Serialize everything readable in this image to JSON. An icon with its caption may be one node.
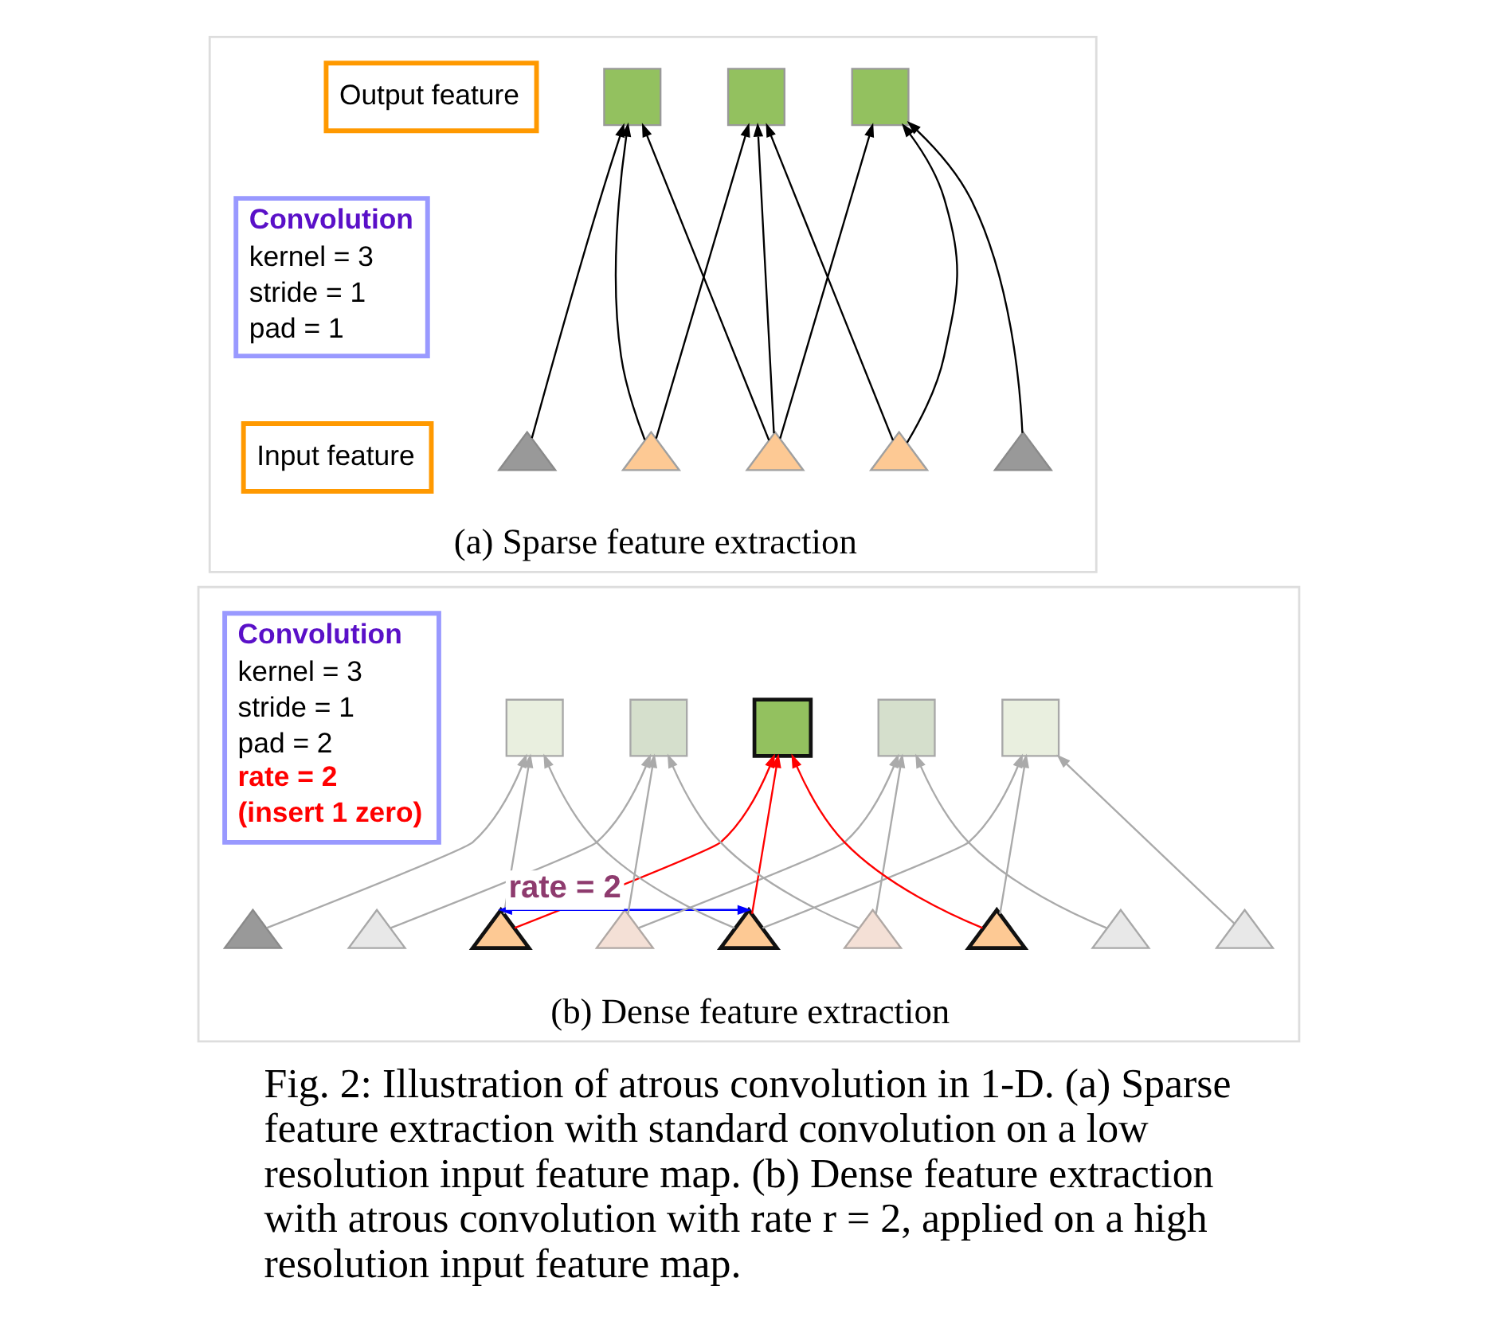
{
  "diagram": {
    "caption": "Fig. 2: Illustration of atrous convolution in 1-D. (a) Sparse feature extraction with standard convolution on a low resolution input feature map. (b) Dense feature extraction with atrous convolution with rate r = 2, applied on a high resolution input feature map.",
    "nodes": [
      {
        "text": [
          "(a) Sparse feature extraction"
        ]
      },
      {
        "text": [
          "Output feature"
        ],
        "in": 0
      },
      {
        "text": [
          "Convolution",
          "kernel = 3",
          "stride = 1",
          "pad = 1"
        ],
        "in": 0
      },
      {
        "text": [
          "Input feature"
        ],
        "in": 0
      },
      {
        "text": [],
        "shape": "box",
        "in": 0
      },
      {
        "text": [],
        "shape": "box",
        "in": 0
      },
      {
        "text": [],
        "shape": "box",
        "in": 0
      },
      {
        "text": [],
        "shape": "triangle",
        "in": 0
      },
      {
        "text": [],
        "shape": "triangle",
        "in": 0
      },
      {
        "text": [],
        "shape": "triangle",
        "in": 0
      },
      {
        "text": [],
        "shape": "triangle",
        "in": 0
      },
      {
        "text": [],
        "shape": "triangle",
        "in": 0
      },
      {
        "text": [
          "(b) Dense feature extraction"
        ]
      },
      {
        "text": [
          "Convolution",
          "kernel = 3",
          "stride = 1",
          "pad = 2",
          "rate = 2",
          "(insert 1 zero)"
        ],
        "in": 12
      },
      {
        "text": [],
        "shape": "box",
        "in": 12
      },
      {
        "text": [],
        "shape": "box",
        "in": 12
      },
      {
        "text": [],
        "shape": "box",
        "in": 12
      },
      {
        "text": [],
        "shape": "box",
        "in": 12
      },
      {
        "text": [],
        "shape": "box",
        "in": 12
      },
      {
        "text": [],
        "shape": "triangle",
        "in": 12
      },
      {
        "text": [],
        "shape": "triangle",
        "in": 12
      },
      {
        "text": [],
        "shape": "triangle",
        "in": 12
      },
      {
        "text": [],
        "shape": "triangle",
        "in": 12
      },
      {
        "text": [],
        "shape": "triangle",
        "in": 12
      },
      {
        "text": [],
        "shape": "triangle",
        "in": 12
      },
      {
        "text": [],
        "shape": "triangle",
        "in": 12
      },
      {
        "text": [],
        "shape": "triangle",
        "in": 12
      },
      {
        "text": [],
        "shape": "triangle",
        "in": 12
      }
    ],
    "edges": [
      {
        "from": 7,
        "to": 4,
        "arrow": "to",
        "color": "#000000"
      },
      {
        "from": 8,
        "to": 4,
        "arrow": "to",
        "color": "#000000"
      },
      {
        "from": 9,
        "to": 4,
        "arrow": "to",
        "color": "#000000"
      },
      {
        "from": 8,
        "to": 5,
        "arrow": "to",
        "color": "#000000"
      },
      {
        "from": 9,
        "to": 5,
        "arrow": "to",
        "color": "#000000"
      },
      {
        "from": 10,
        "to": 5,
        "arrow": "to",
        "color": "#000000"
      },
      {
        "from": 9,
        "to": 6,
        "arrow": "to",
        "color": "#000000"
      },
      {
        "from": 10,
        "to": 6,
        "arrow": "to",
        "color": "#000000"
      },
      {
        "from": 11,
        "to": 6,
        "arrow": "to",
        "color": "#000000"
      },
      {
        "from": 19,
        "to": 14,
        "arrow": "to",
        "color": "#aaaaaa"
      },
      {
        "from": 21,
        "to": 14,
        "arrow": "to",
        "color": "#aaaaaa"
      },
      {
        "from": 23,
        "to": 14,
        "arrow": "to",
        "color": "#aaaaaa"
      },
      {
        "from": 20,
        "to": 15,
        "arrow": "to",
        "color": "#aaaaaa"
      },
      {
        "from": 22,
        "to": 15,
        "arrow": "to",
        "color": "#aaaaaa"
      },
      {
        "from": 24,
        "to": 15,
        "arrow": "to",
        "color": "#aaaaaa"
      },
      {
        "from": 21,
        "to": 16,
        "arrow": "to",
        "color": "#ff0000"
      },
      {
        "from": 23,
        "to": 16,
        "arrow": "to",
        "color": "#ff0000"
      },
      {
        "from": 25,
        "to": 16,
        "arrow": "to",
        "color": "#ff0000"
      },
      {
        "from": 22,
        "to": 17,
        "arrow": "to",
        "color": "#aaaaaa"
      },
      {
        "from": 24,
        "to": 17,
        "arrow": "to",
        "color": "#aaaaaa"
      },
      {
        "from": 26,
        "to": 17,
        "arrow": "to",
        "color": "#aaaaaa"
      },
      {
        "from": 23,
        "to": 18,
        "arrow": "to",
        "color": "#aaaaaa"
      },
      {
        "from": 25,
        "to": 18,
        "arrow": "to",
        "color": "#aaaaaa"
      },
      {
        "from": 27,
        "to": 18,
        "arrow": "to",
        "color": "#aaaaaa"
      },
      {
        "from": 21,
        "to": 23,
        "arrow": "both",
        "label": "rate = 2",
        "color": "#0000ff"
      }
    ]
  }
}
